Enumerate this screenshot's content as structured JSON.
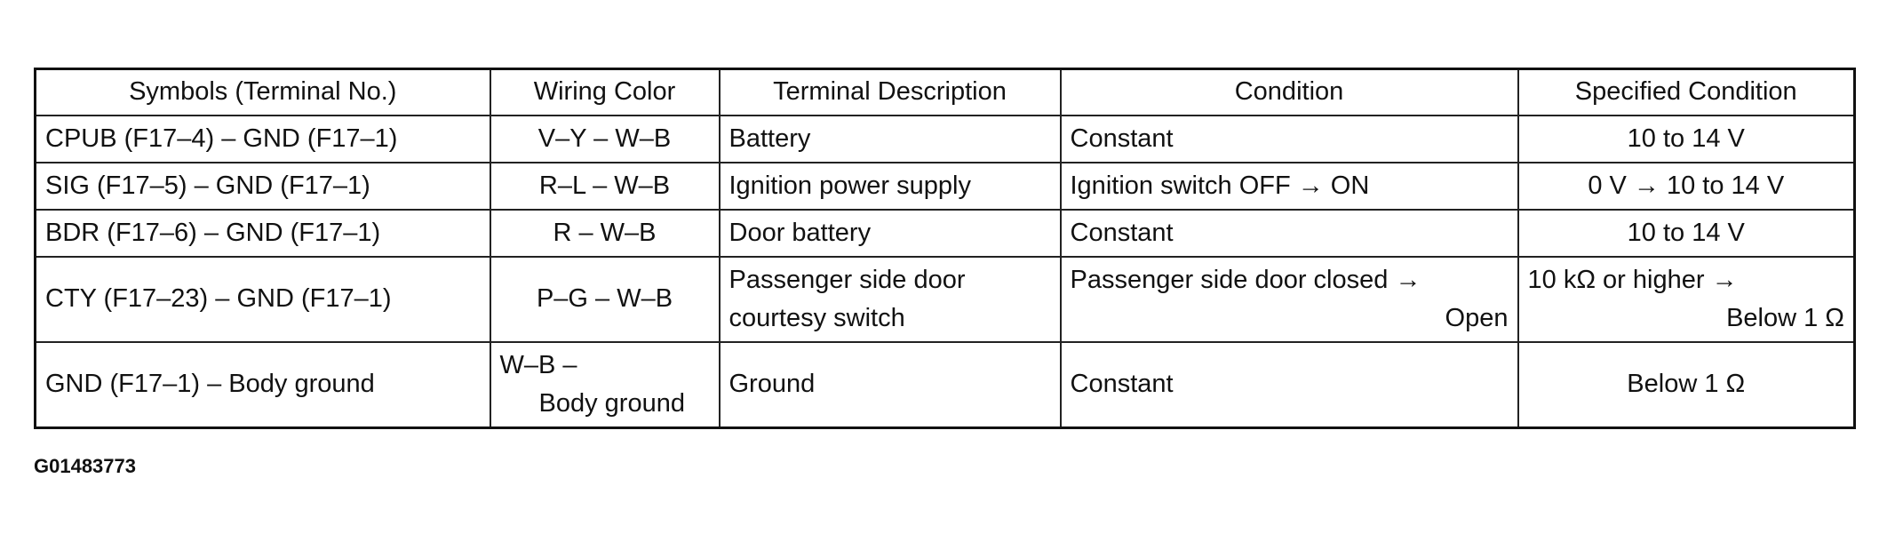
{
  "table": {
    "headers": [
      "Symbols (Terminal No.)",
      "Wiring  Color",
      "Terminal Description",
      "Condition",
      "Specified Condition"
    ],
    "rows": [
      {
        "symbols": "CPUB (F17–4) – GND (F17–1)",
        "wiring": "V–Y – W–B",
        "description": "Battery",
        "condition": "Constant",
        "specified": "10 to 14 V"
      },
      {
        "symbols": "SIG (F17–5) – GND (F17–1)",
        "wiring": "R–L – W–B",
        "description": "Ignition power supply",
        "condition": "Ignition switch OFF → ON",
        "specified": "0 V → 10 to 14 V"
      },
      {
        "symbols": "BDR (F17–6) – GND (F17–1)",
        "wiring": "R – W–B",
        "description": "Door battery",
        "condition": "Constant",
        "specified": "10 to 14 V"
      },
      {
        "symbols": "CTY (F17–23) – GND (F17–1)",
        "wiring": "P–G – W–B",
        "description_line1": "Passenger side door",
        "description_line2": "courtesy switch",
        "condition_line1": "Passenger side door closed →",
        "condition_line2": "Open",
        "specified_line1": "10 kΩ or higher →",
        "specified_line2": "Below 1 Ω"
      },
      {
        "symbols": "GND (F17–1) – Body ground",
        "wiring_line1": "W–B –",
        "wiring_line2": "Body ground",
        "description": "Ground",
        "condition": "Constant",
        "specified": "Below 1 Ω"
      }
    ]
  },
  "figure_code": "G01483773"
}
